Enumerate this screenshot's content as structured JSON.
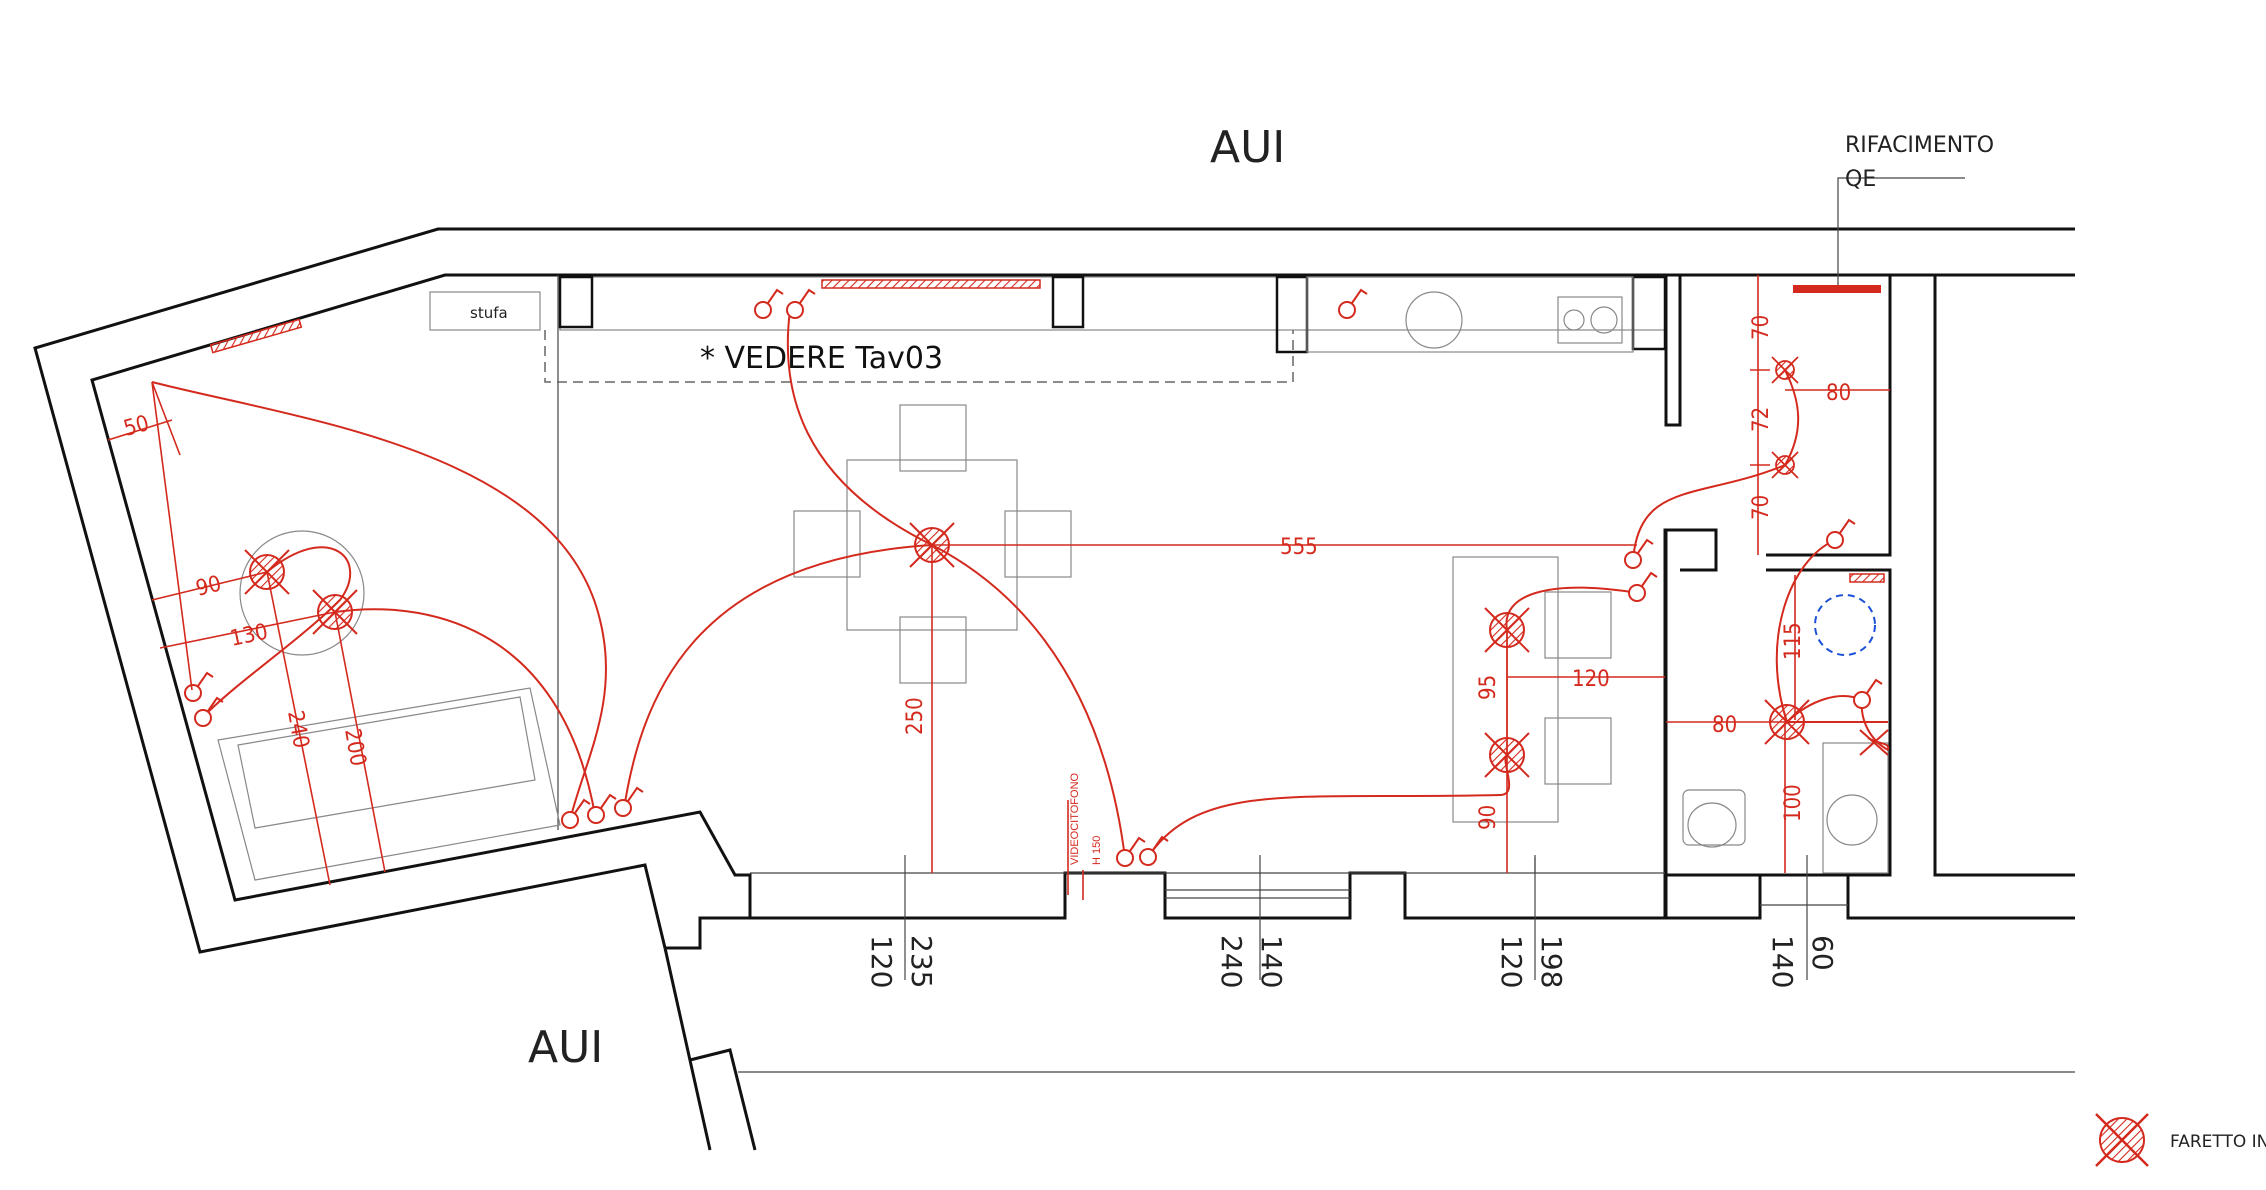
{
  "labels": {
    "aui_top": "AUI",
    "aui_bottom": "AUI",
    "rifacimento_line1": "RIFACIMENTO",
    "rifacimento_line2": "QE",
    "stufa": "stufa",
    "vedere": "* VEDERE Tav03",
    "videocitofono": "VIDEOCITOFONO",
    "h150": "H 150",
    "legend_faretto": "FARETTO INCA"
  },
  "dimensions": {
    "d50": "50",
    "d90": "90",
    "d130": "130",
    "d240": "240",
    "d200": "200",
    "d250": "250",
    "d555": "555",
    "d95": "95",
    "d120": "120",
    "d90b": "90",
    "d70a": "70",
    "d72": "72",
    "d70b": "70",
    "d80a": "80",
    "d115": "115",
    "d80b": "80",
    "d100": "100"
  },
  "openings": {
    "o1a": "120",
    "o1b": "235",
    "o2a": "240",
    "o2b": "140",
    "o3a": "120",
    "o3b": "198",
    "o4a": "140",
    "o4b": "60"
  },
  "colors": {
    "wall": "#111111",
    "electrical": "#d42a1e",
    "smoke_detector": "#1a4fd6"
  }
}
